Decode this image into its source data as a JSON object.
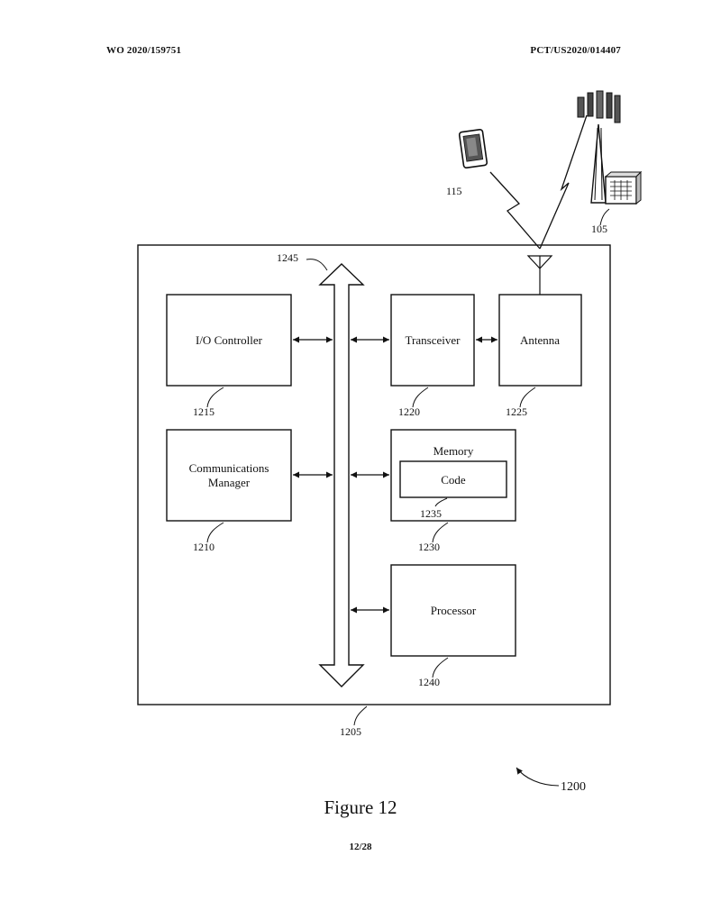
{
  "header": {
    "left": "WO 2020/159751",
    "right": "PCT/US2020/014407"
  },
  "blocks": {
    "io_controller": "I/O Controller",
    "comm_manager_line1": "Communications",
    "comm_manager_line2": "Manager",
    "transceiver": "Transceiver",
    "antenna": "Antenna",
    "memory": "Memory",
    "code": "Code",
    "processor": "Processor"
  },
  "refs": {
    "ue": "115",
    "base_station": "105",
    "device": "1205",
    "comm_manager": "1210",
    "io_controller": "1215",
    "transceiver": "1220",
    "antenna": "1225",
    "memory": "1230",
    "code": "1235",
    "processor": "1240",
    "bus": "1245",
    "figure_ref": "1200"
  },
  "caption": "Figure 12",
  "page_number": "12/28"
}
